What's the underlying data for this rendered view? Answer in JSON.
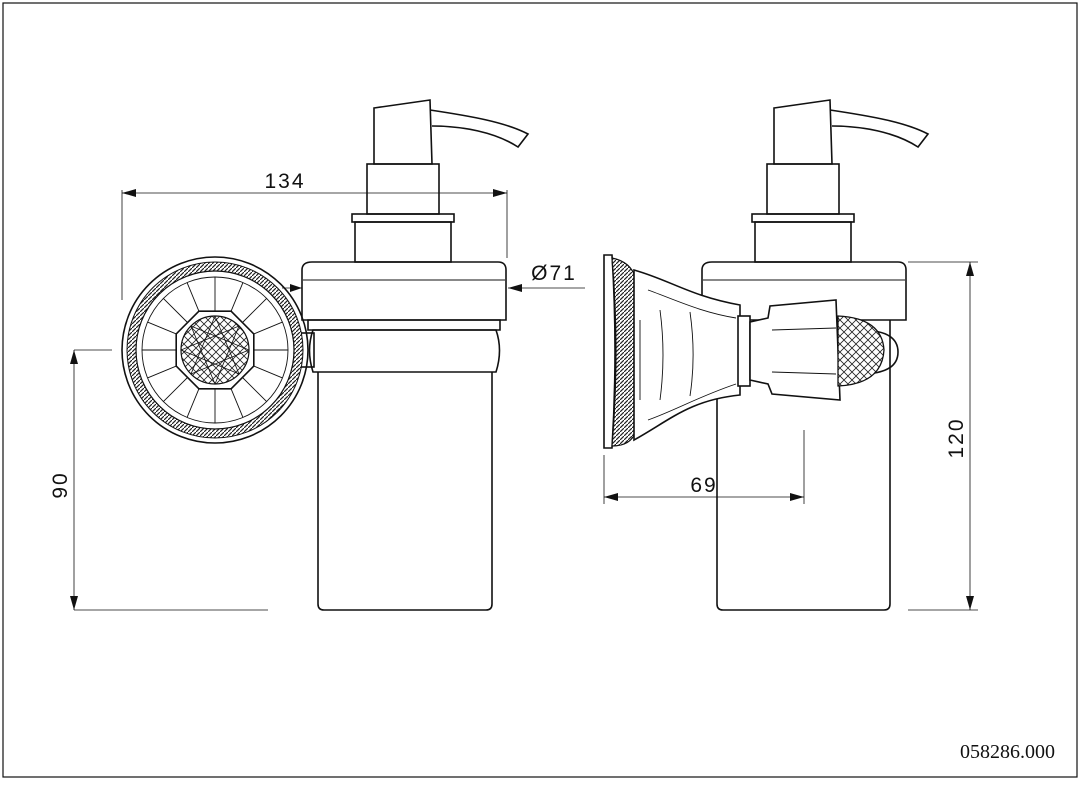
{
  "drawing": {
    "dimensions": {
      "width_134": "134",
      "diameter_71": "Ø71",
      "height_90": "90",
      "projection_69": "69",
      "height_120": "120"
    },
    "product_code": "058286.000"
  }
}
